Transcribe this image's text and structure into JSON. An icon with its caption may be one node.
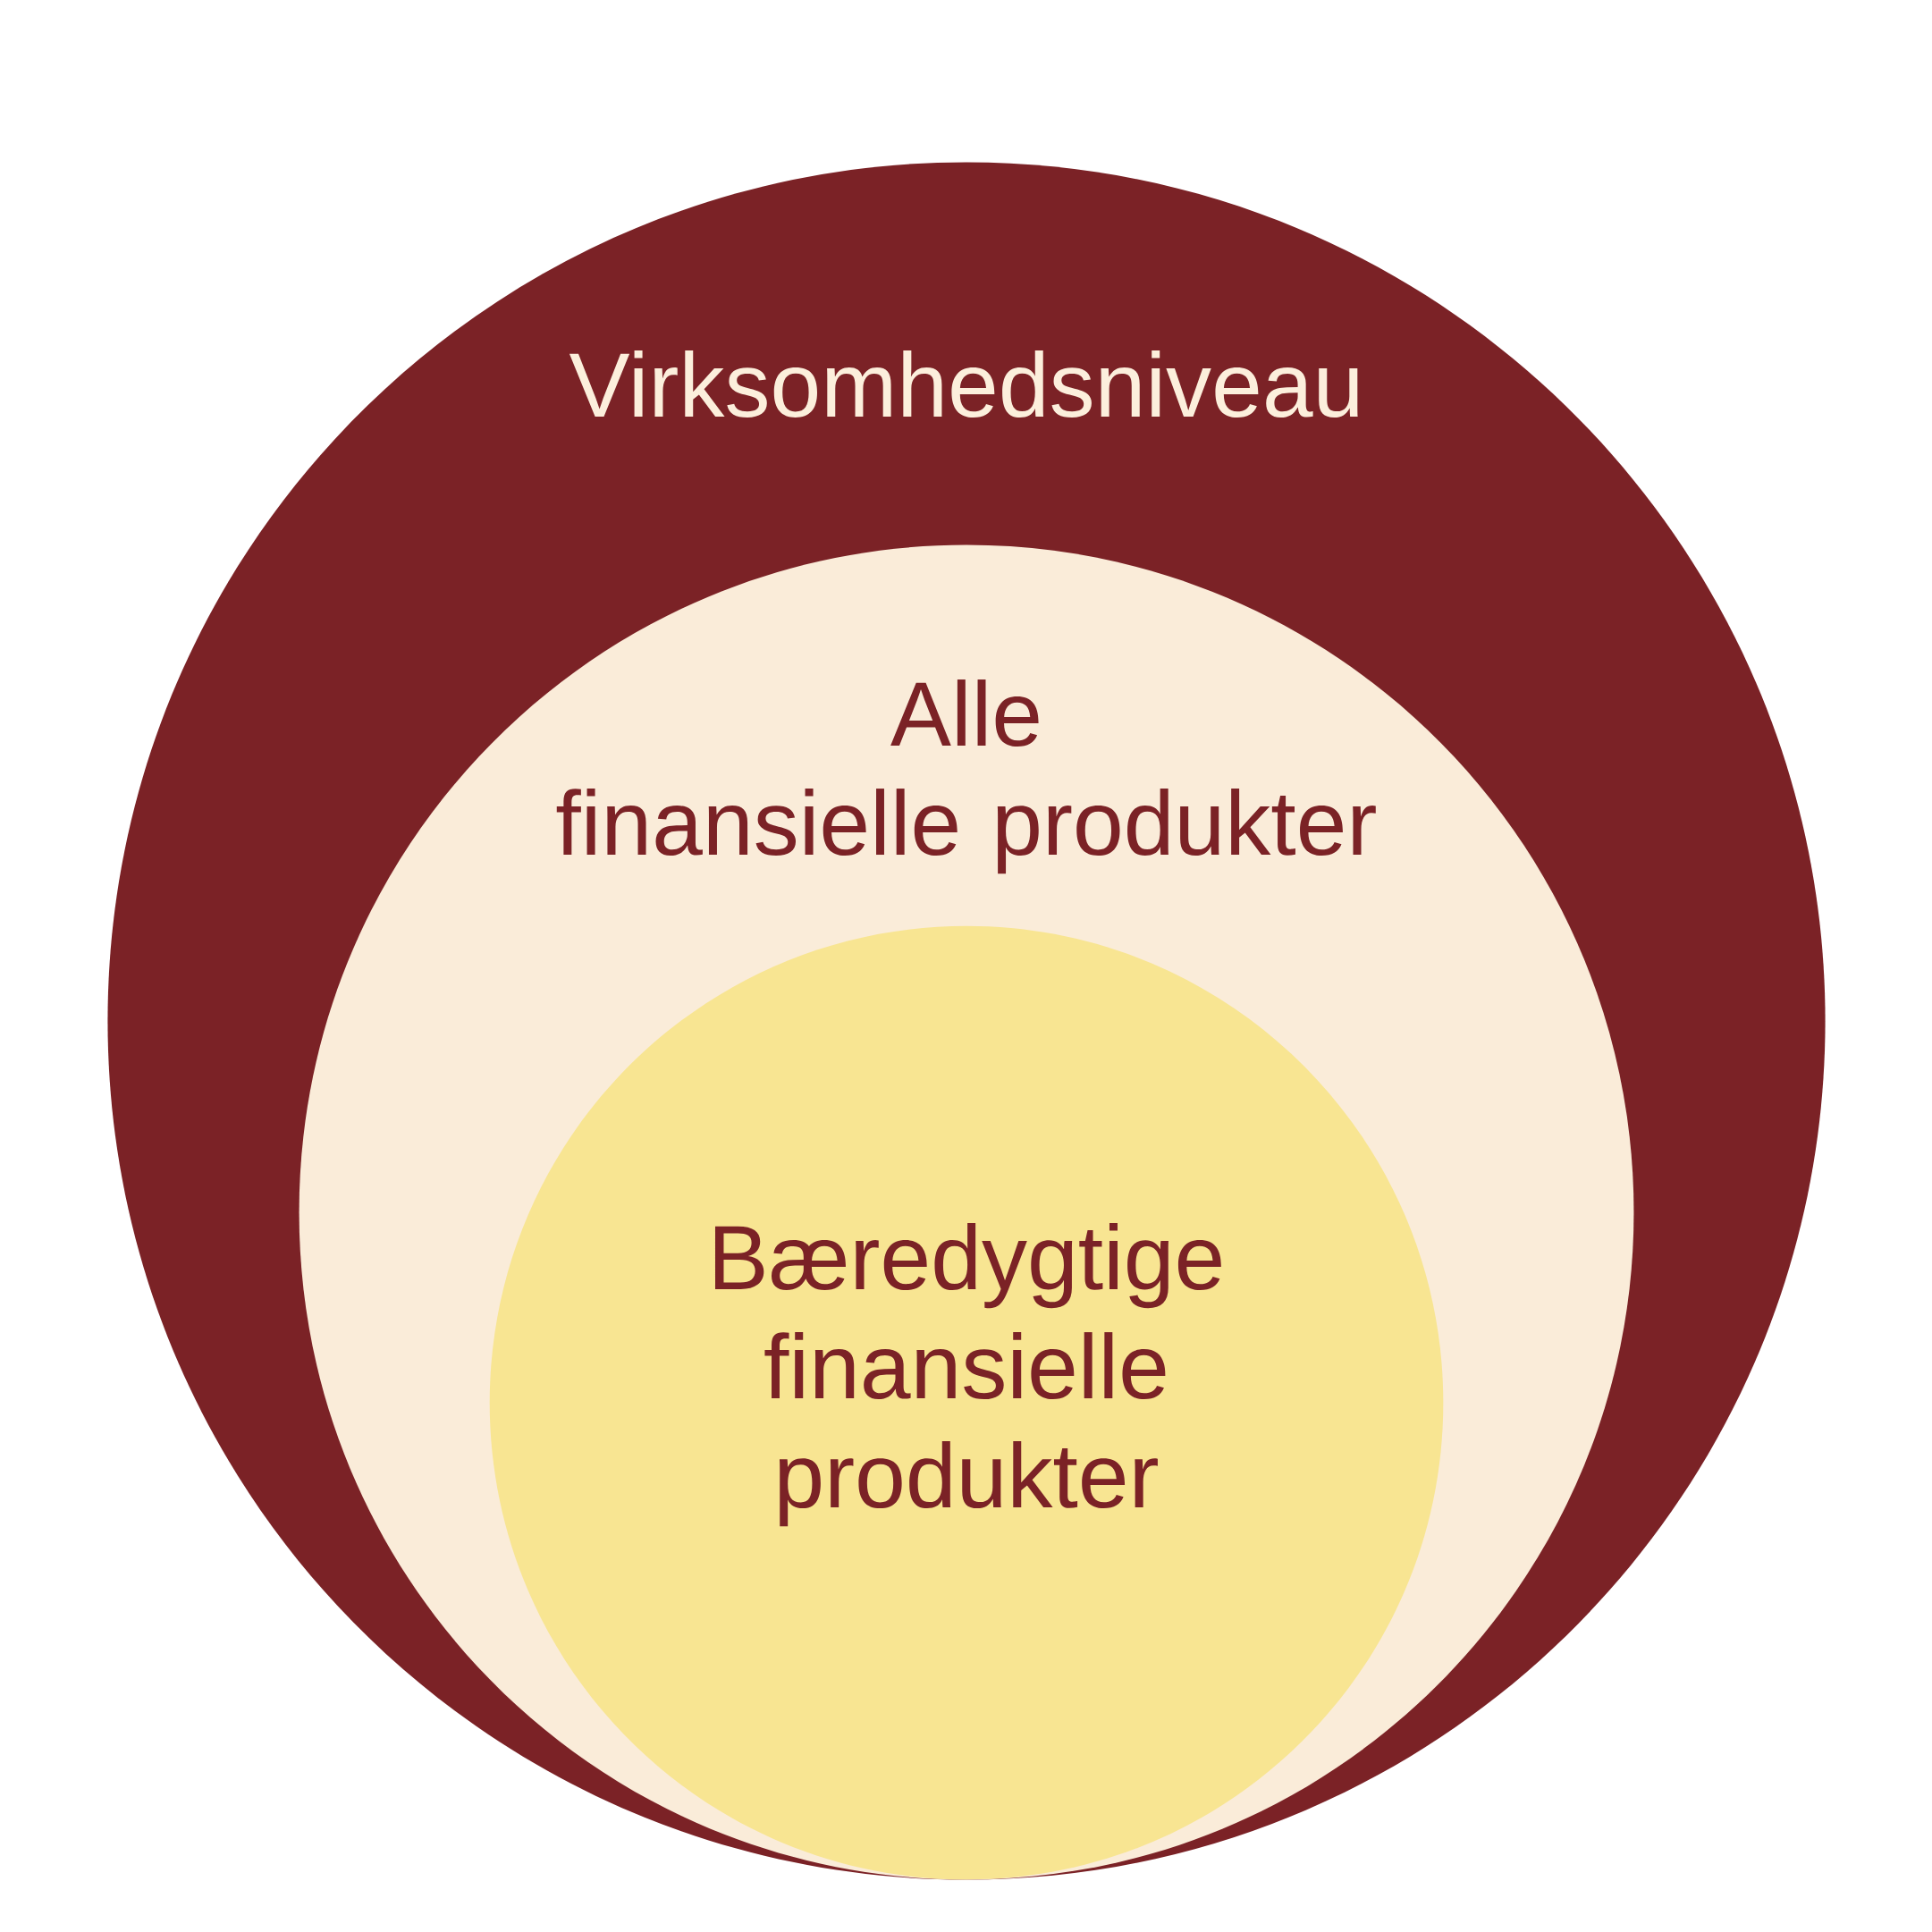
{
  "diagram": {
    "nodes": [
      {
        "text": [
          "Virksomhedsniveau"
        ]
      },
      {
        "text": [
          "Alle finansielle produkter"
        ],
        "in": 0
      },
      {
        "text": [
          "Bæredygtige finansielle produkter"
        ],
        "in": 1
      }
    ]
  }
}
